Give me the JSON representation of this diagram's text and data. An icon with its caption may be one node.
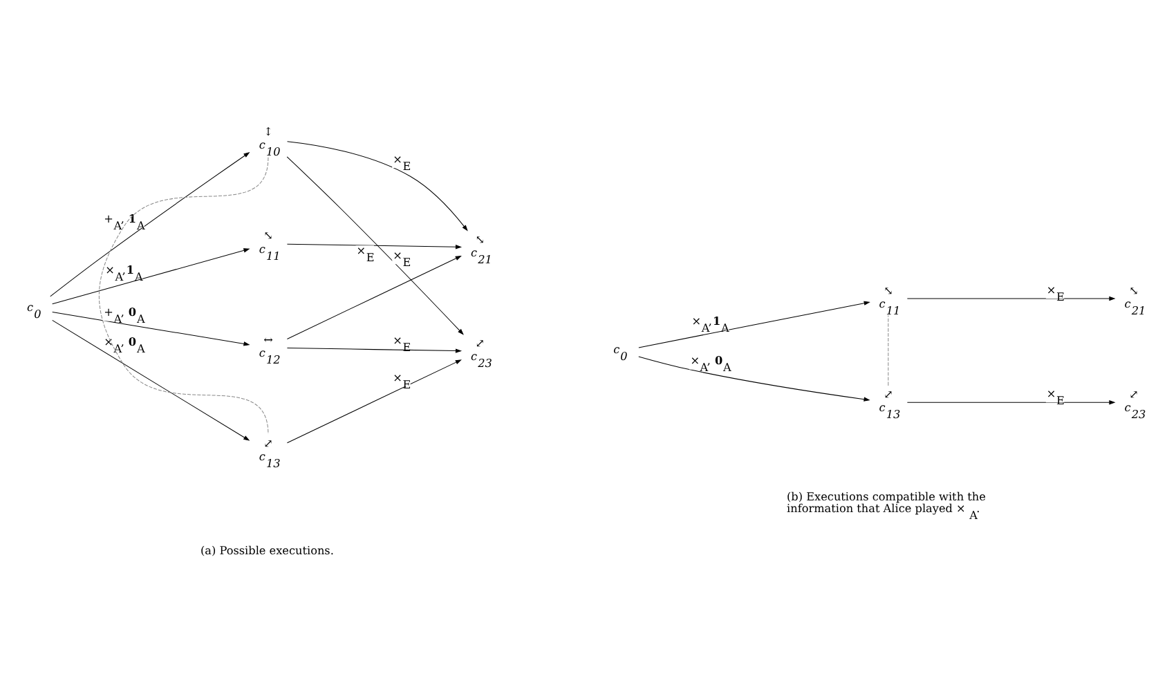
{
  "diagram": {
    "nodes": [
      {
        "text": [
          "c$_{0}$"
        ]
      },
      {
        "text": [
          "c$_{10}$"
        ],
        "beside": [
          "↕"
        ]
      },
      {
        "text": [
          "c$_{11}$"
        ],
        "beside": [
          "⤡"
        ]
      },
      {
        "text": [
          "c$_{12}$"
        ],
        "beside": [
          "↔"
        ]
      },
      {
        "text": [
          "c$_{13}$"
        ],
        "beside": [
          "⤢"
        ]
      },
      {
        "text": [
          "c$_{21}$"
        ],
        "beside": [
          "⤡"
        ]
      },
      {
        "text": [
          "c$_{23}$"
        ],
        "beside": [
          "⤢"
        ]
      },
      {
        "text": [
          "c$_{0}$"
        ]
      },
      {
        "text": [
          "c$_{11}$"
        ],
        "beside": [
          "⤡"
        ]
      },
      {
        "text": [
          "c$_{13}$"
        ],
        "beside": [
          "⤢"
        ]
      },
      {
        "text": [
          "c$_{21}$"
        ],
        "beside": [
          "⤡"
        ]
      },
      {
        "text": [
          "c$_{23}$"
        ],
        "beside": [
          "⤢"
        ]
      }
    ],
    "edges": [
      {
        "from": 0,
        "to": 1,
        "arrow": "to",
        "label": "+$_{A}$, **1**$_{A}$"
      },
      {
        "from": 0,
        "to": 2,
        "arrow": "to",
        "label": "×$_{A}$,**1**$_{A}$"
      },
      {
        "from": 0,
        "to": 3,
        "arrow": "to",
        "label": "+$_{A}$, **0**$_{A}$"
      },
      {
        "from": 0,
        "to": 4,
        "arrow": "to",
        "label": "×$_{A}$, **0**$_{A}$"
      },
      {
        "from": 1,
        "to": 4,
        "arrow": "none",
        "style": "dashed",
        "color": "#888888"
      },
      {
        "from": 1,
        "to": 5,
        "arrow": "to",
        "label": "×$_{E}$"
      },
      {
        "from": 2,
        "to": 5,
        "arrow": "to",
        "label": "×$_{E}$"
      },
      {
        "from": 3,
        "to": 5,
        "arrow": "to"
      },
      {
        "from": 1,
        "to": 6,
        "arrow": "to",
        "label": "×$_{E}$"
      },
      {
        "from": 3,
        "to": 6,
        "arrow": "to",
        "label": "×$_{E}$"
      },
      {
        "from": 4,
        "to": 6,
        "arrow": "to",
        "label": "×$_{E}$"
      },
      {
        "from": 7,
        "to": 8,
        "arrow": "to",
        "label": "×$_{A}$,**1**$_{A}$"
      },
      {
        "from": 7,
        "to": 9,
        "arrow": "to",
        "label": "×$_{A}$, **0**$_{A}$"
      },
      {
        "from": 8,
        "to": 9,
        "arrow": "none",
        "style": "dashed",
        "color": "#888888"
      },
      {
        "from": 8,
        "to": 10,
        "arrow": "to",
        "label": "×$_{E}$"
      },
      {
        "from": 9,
        "to": 11,
        "arrow": "to",
        "label": "×$_{E}$"
      }
    ],
    "labels": [
      "(a) Possible executions.",
      "(b) Executions compatible with the information that Alice played ×$_{A}$."
    ]
  }
}
